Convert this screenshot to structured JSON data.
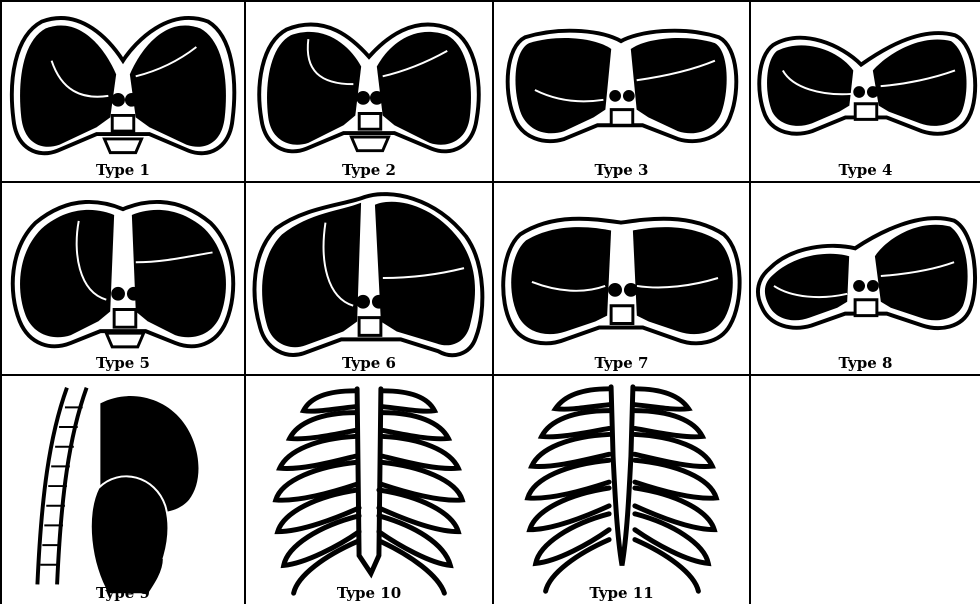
{
  "panels": [
    {
      "label": "Type 1"
    },
    {
      "label": "Type 2"
    },
    {
      "label": "Type 3"
    },
    {
      "label": "Type 4"
    },
    {
      "label": "Type 5"
    },
    {
      "label": "Type 6"
    },
    {
      "label": "Type 7"
    },
    {
      "label": "Type 8"
    },
    {
      "label": "Type 9"
    },
    {
      "label": "Type 10"
    },
    {
      "label": "Type 11"
    }
  ]
}
